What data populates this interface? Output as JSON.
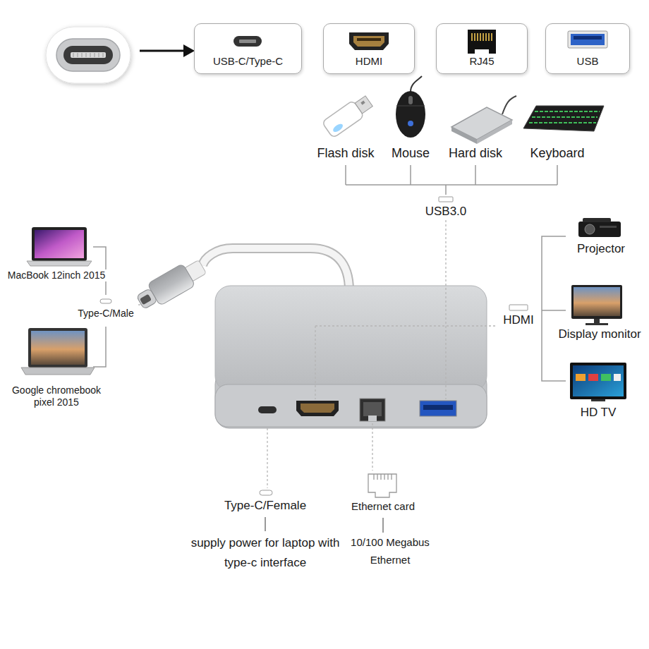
{
  "diagram": {
    "nodes": [
      {
        "text": [
          "USB-C/Type-C"
        ]
      },
      {
        "text": [
          "HDMI"
        ]
      },
      {
        "text": [
          "RJ45"
        ]
      },
      {
        "text": [
          "USB"
        ]
      }
    ],
    "labels": [
      "Flash disk",
      "Mouse",
      "Hard disk",
      "Keyboard",
      "USB3.0",
      "MacBook 12inch 2015",
      "Type-C/Male",
      "Google chromebook pixel 2015",
      "Projector",
      "HDMI",
      "Display monitor",
      "HD TV",
      "Type-C/Female",
      "supply power for laptop with type-c interface",
      "Ethernet card",
      "10/100 Megabus Ethernet"
    ]
  }
}
